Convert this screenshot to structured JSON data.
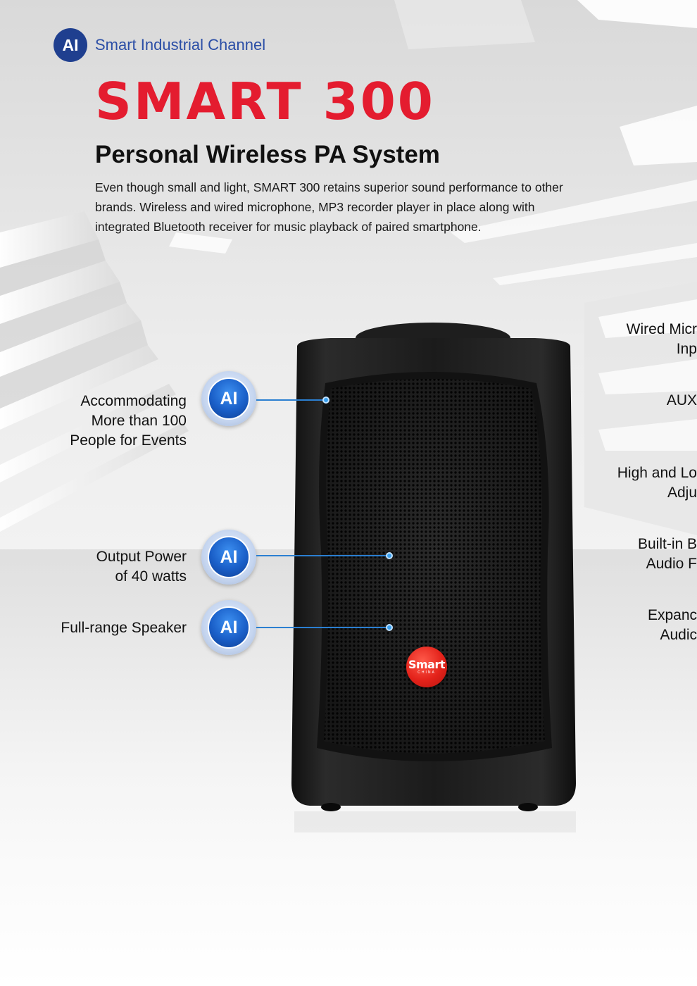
{
  "header": {
    "channel_badge": "AI",
    "channel_name": "Smart Industrial Channel",
    "title": "SMART 300",
    "subtitle": "Personal Wireless PA System",
    "description_lines": [
      "Even though small and light, SMART 300 retains superior sound performance to other",
      "brands. Wireless and wired microphone, MP3 recorder player in place along with",
      "integrated Bluetooth receiver for music playback of paired smartphone."
    ]
  },
  "left_features": [
    {
      "badge": "AI",
      "lines": [
        "Accommodating",
        "More than 100",
        "People for Events"
      ]
    },
    {
      "badge": "AI",
      "lines": [
        "Output Power",
        "of 40 watts"
      ]
    },
    {
      "badge": "AI",
      "lines": [
        "Full-range Speaker"
      ]
    }
  ],
  "right_features": [
    {
      "lines": [
        "Wired Micr",
        "Inp"
      ]
    },
    {
      "lines": [
        "AUX"
      ]
    },
    {
      "lines": [
        "High and Lo",
        "Adju"
      ]
    },
    {
      "lines": [
        "Built-in B",
        "Audio F"
      ]
    },
    {
      "lines": [
        "Expanc",
        "Audic"
      ]
    }
  ],
  "speaker": {
    "logo_text": "Smart",
    "logo_sub": "CHINA"
  },
  "colors": {
    "title_red": "#e41c2f",
    "channel_blue": "#1f3f8f",
    "badge_blue": "#1a5fc8",
    "connector_blue": "#2b7fd1",
    "logo_red": "#e3221a"
  }
}
